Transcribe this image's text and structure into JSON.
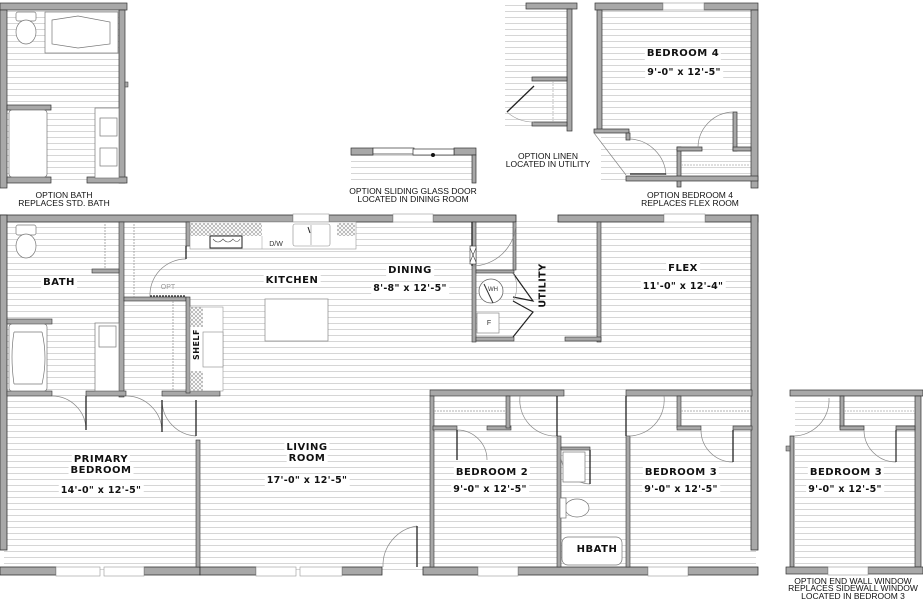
{
  "diagram": {
    "type": "floor_plan",
    "colors": {
      "wall": "#a8a8a8",
      "wall_edge": "#333333",
      "floor_lines": "#d9d9d9",
      "window": "#ffffff",
      "text": "#111111"
    },
    "rooms": {
      "bath": {
        "name": "BATH"
      },
      "kitchen": {
        "name": "KITCHEN",
        "dw": "D/W",
        "opt": "OPT",
        "shelf": "SHELF"
      },
      "dining": {
        "name": "DINING",
        "dims": "8'-8\" x 12'-5\""
      },
      "utility": {
        "name": "UTILITY",
        "wh": "WH",
        "furnace": "F"
      },
      "flex": {
        "name": "FLEX",
        "dims": "11'-0\" x 12'-4\""
      },
      "primary_bedroom": {
        "name_line1": "PRIMARY",
        "name_line2": "BEDROOM",
        "dims": "14'-0\" x 12'-5\""
      },
      "living_room": {
        "name_line1": "LIVING",
        "name_line2": "ROOM",
        "dims": "17'-0\" x 12'-5\""
      },
      "bedroom2": {
        "name": "BEDROOM 2",
        "dims": "9'-0\" x 12'-5\""
      },
      "hbath": {
        "name": "HBATH"
      },
      "bedroom3": {
        "name": "BEDROOM 3",
        "dims": "9'-0\" x 12'-5\""
      }
    },
    "options": {
      "option_bath": {
        "line1": "OPTION BATH",
        "line2": "REPLACES STD. BATH"
      },
      "option_sliding_door": {
        "line1": "OPTION SLIDING GLASS DOOR",
        "line2": "LOCATED IN DINING ROOM"
      },
      "option_linen": {
        "line1": "OPTION LINEN",
        "line2": "LOCATED IN UTILITY"
      },
      "option_bedroom4": {
        "room_name": "BEDROOM 4",
        "dims": "9'-0\" x 12'-5\"",
        "line1": "OPTION BEDROOM 4",
        "line2": "REPLACES FLEX ROOM"
      },
      "option_end_wall_window": {
        "room_name": "BEDROOM 3",
        "dims": "9'-0\" x 12'-5\"",
        "line1": "OPTION END WALL WINDOW",
        "line2": "REPLACES SIDEWALL WINDOW",
        "line3": "LOCATED IN BEDROOM 3"
      }
    }
  }
}
